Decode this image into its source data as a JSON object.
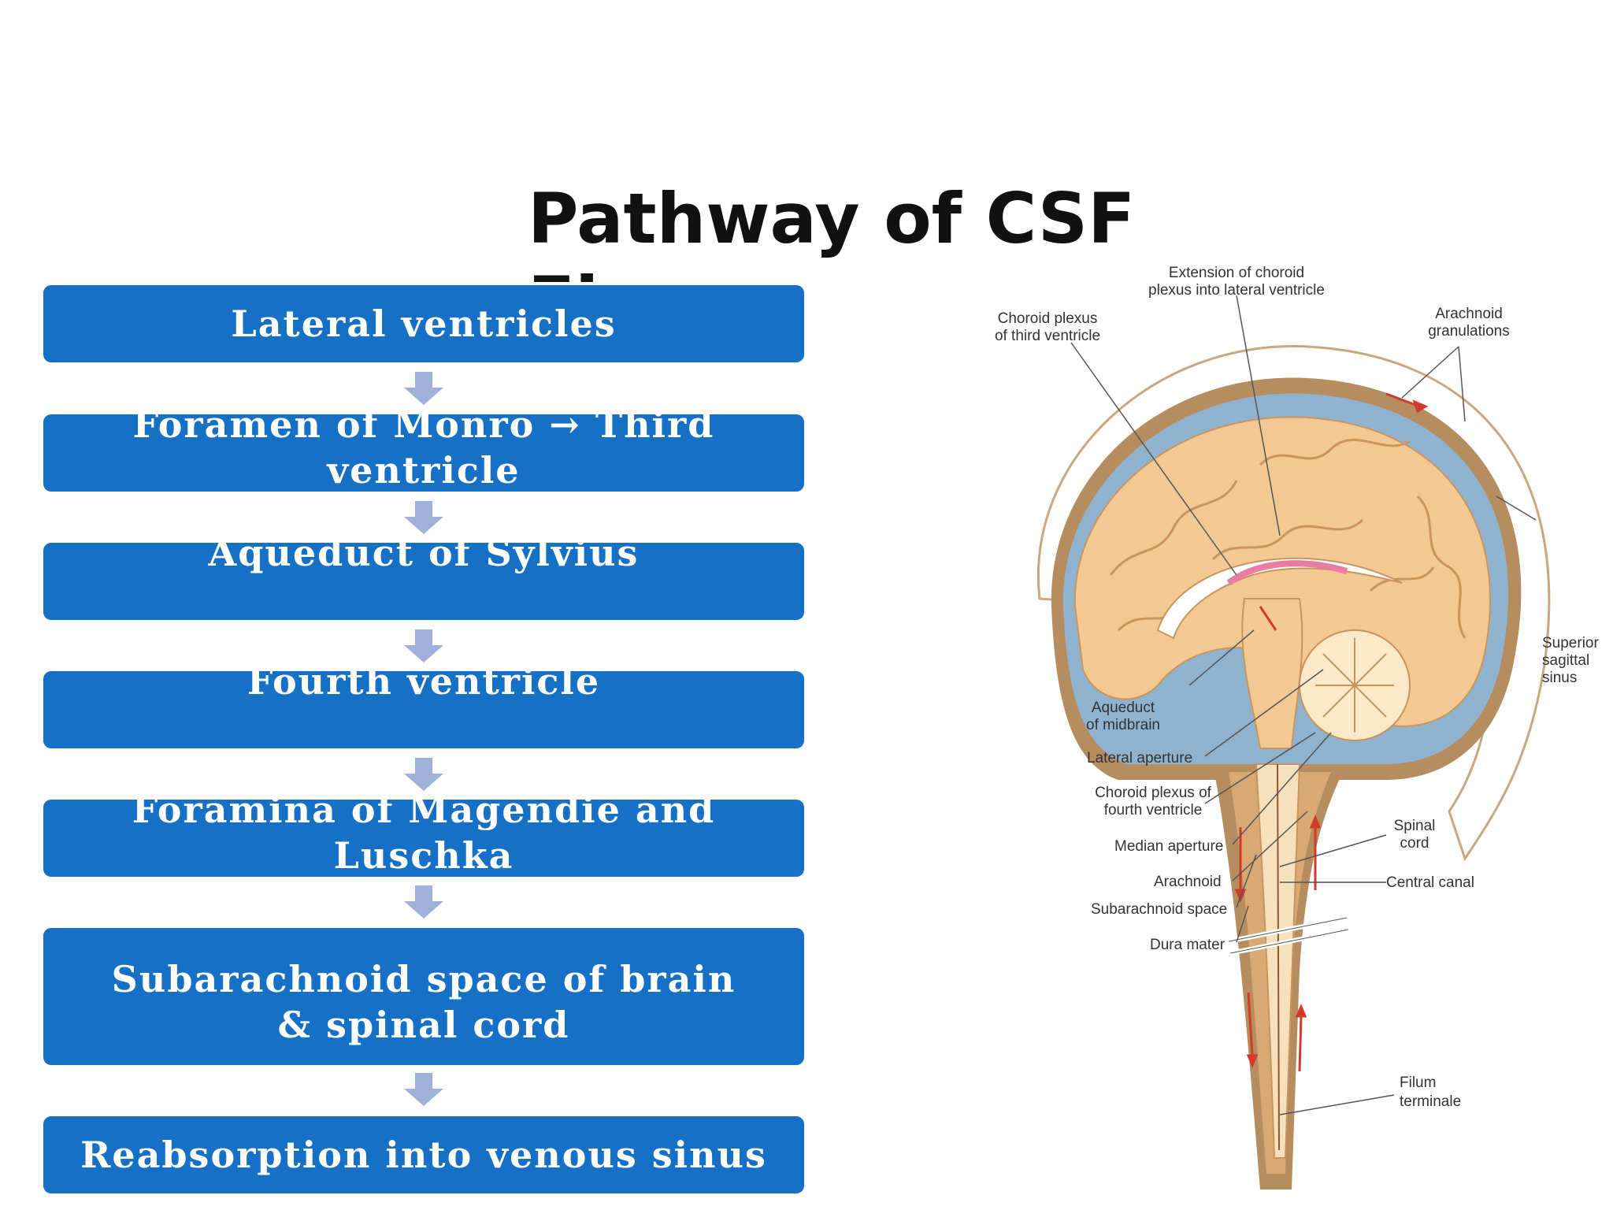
{
  "title": "Pathway of CSF",
  "title_partial_line": "Flow",
  "flow_steps": [
    "Lateral ventricles",
    "Foramen of Monro → Third ventricle",
    "Aqueduct of Sylvius",
    "Fourth ventricle",
    "Foramina of Magendie and Luschka",
    "Subarachnoid space of brain & spinal cord",
    "Reabsorption  into  venous sinus"
  ],
  "diagram_labels": {
    "extension_choroid": [
      "Extension of choroid",
      "plexus into lateral ventricle"
    ],
    "choroid_third": [
      "Choroid plexus",
      "of third ventricle"
    ],
    "arachnoid_granulations": [
      "Arachnoid",
      "granulations"
    ],
    "superior_sagittal": [
      "Superior",
      "sagittal",
      "sinus"
    ],
    "aqueduct_midbrain": [
      "Aqueduct",
      "of midbrain"
    ],
    "lateral_aperture": "Lateral aperture",
    "choroid_fourth": [
      "Choroid plexus of",
      "fourth ventricle"
    ],
    "median_aperture": "Median aperture",
    "arachnoid": "Arachnoid",
    "subarachnoid_space": "Subarachnoid space",
    "dura_mater": "Dura mater",
    "spinal_cord": [
      "Spinal",
      "cord"
    ],
    "central_canal": "Central canal",
    "filum_terminale": [
      "Filum",
      "terminale"
    ]
  },
  "colors": {
    "box_fill": "#1670c5",
    "arrow_fill": "#9fb0d9",
    "brain_tissue": "#f2c893",
    "csf_space": "#8fb2cf",
    "flow_arrows": "#d23a2a"
  }
}
